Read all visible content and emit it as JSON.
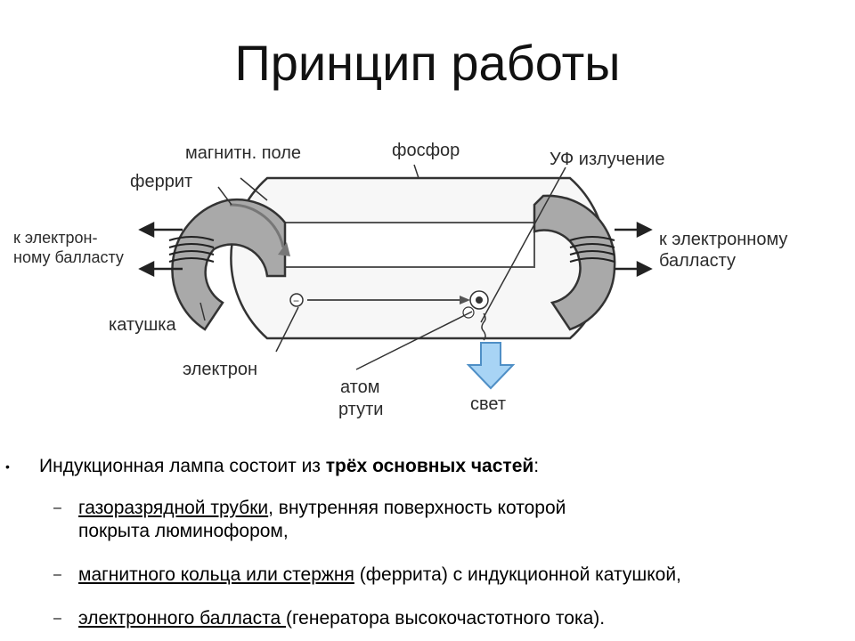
{
  "title": "Принцип работы",
  "diagram": {
    "labels": {
      "magnetic_field": "магнитн. поле",
      "phosphor": "фосфор",
      "uv": "УФ излучение",
      "ferrite": "феррит",
      "left_ballast_line1": "к электрон-",
      "left_ballast_line2": "ному балласту",
      "right_ballast_line1": "к электронному",
      "right_ballast_line2": "балласту",
      "coil": "катушка",
      "electron": "электрон",
      "mercury_line1": "атом",
      "mercury_line2": "ртути",
      "light": "свет"
    }
  },
  "bullets": {
    "main": {
      "text_before": "Индукционная лампа состоит из ",
      "bold": "трёх основных частей",
      "text_after": ":"
    },
    "items": [
      {
        "link": "газоразрядной трубки",
        "rest": ", внутренняя поверхность которой",
        "rest2": "покрыта люминофором,"
      },
      {
        "link": "магнитного кольца или стержня",
        "rest": " (феррита) с индукционной катушкой,"
      },
      {
        "link": "электронного балласта ",
        "rest": "(генератора высокочастотного тока)."
      }
    ]
  }
}
